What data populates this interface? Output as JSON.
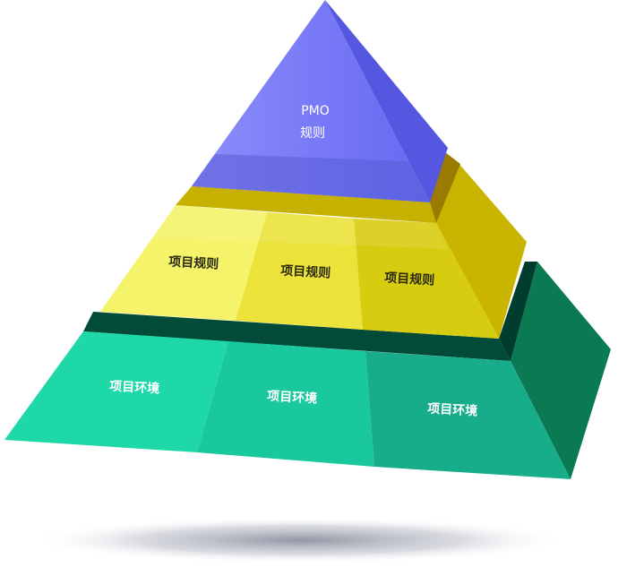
{
  "diagram": {
    "top": {
      "line1": "PMO",
      "line2": "规则"
    },
    "middle": {
      "cells": [
        "项目规则",
        "项目规则",
        "项目规则"
      ]
    },
    "bottom": {
      "cells": [
        "项目环境",
        "项目环境",
        "项目环境"
      ]
    }
  },
  "colors": {
    "top_front": "#7a7cf8",
    "top_side": "#5557e0",
    "middle_front": "#f0ef50",
    "middle_side": "#c9b400",
    "bottom_front": "#1ed6a8",
    "bottom_side": "#0a7a52"
  }
}
